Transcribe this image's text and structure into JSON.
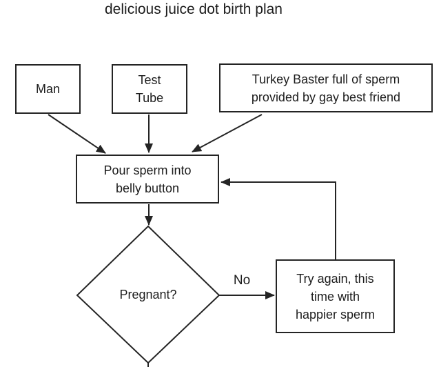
{
  "title": "delicious juice dot birth plan",
  "colors": {
    "line": "#242424",
    "text": "#1c1c1c",
    "background": "#ffffff"
  },
  "diagram": {
    "type": "flowchart",
    "nodes": {
      "man": {
        "label": "Man",
        "shape": "rectangle"
      },
      "test_tube": {
        "label": "Test\nTube",
        "shape": "rectangle"
      },
      "turkey_baster": {
        "label": "Turkey Baster full of sperm\nprovided by gay best friend",
        "shape": "rectangle"
      },
      "pour": {
        "label": "Pour sperm into\nbelly button",
        "shape": "rectangle"
      },
      "pregnant": {
        "label": "Pregnant?",
        "shape": "diamond"
      },
      "try_again": {
        "label": "Try again, this\ntime with\nhappier sperm",
        "shape": "rectangle"
      }
    },
    "edges": {
      "man_to_pour": {
        "from": "man",
        "to": "pour",
        "label": ""
      },
      "test_tube_to_pour": {
        "from": "test_tube",
        "to": "pour",
        "label": ""
      },
      "turkey_baster_to_pour": {
        "from": "turkey_baster",
        "to": "pour",
        "label": ""
      },
      "pour_to_pregnant": {
        "from": "pour",
        "to": "pregnant",
        "label": ""
      },
      "pregnant_to_try_again": {
        "from": "pregnant",
        "to": "try_again",
        "label": "No"
      },
      "try_again_to_pour": {
        "from": "try_again",
        "to": "pour",
        "label": ""
      },
      "pregnant_down_stub": {
        "from": "pregnant",
        "to": "offscreen-bottom",
        "label": ""
      }
    }
  }
}
